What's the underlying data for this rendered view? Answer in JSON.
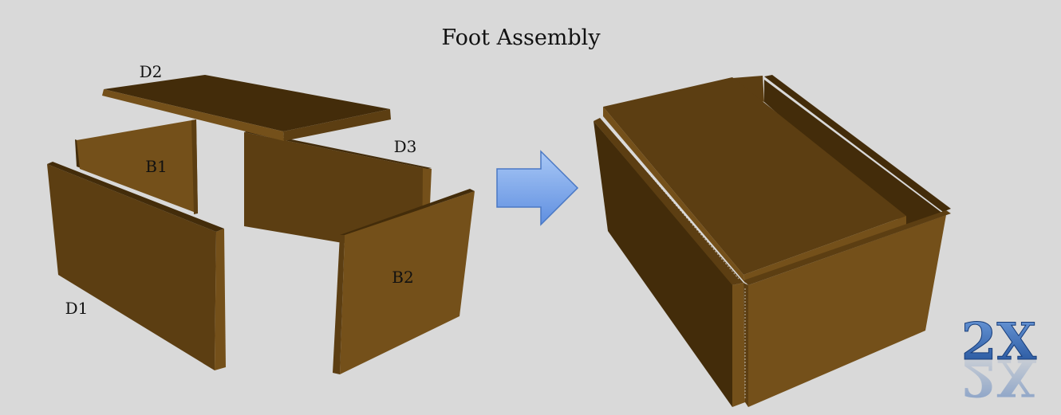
{
  "title": "Foot Assembly",
  "labels": {
    "d1": "D1",
    "d2": "D2",
    "d3": "D3",
    "b1": "B1",
    "b2": "B2"
  },
  "multiplier": "2X",
  "colors": {
    "background": "#d9d9d9",
    "wood_light": "#74501a",
    "wood_mid": "#5c3e12",
    "wood_dark": "#432c0a",
    "arrow_fill": "#8db3f0",
    "multiplier": "#2e5fa8"
  },
  "icons": {
    "arrow": "right-arrow-icon"
  }
}
